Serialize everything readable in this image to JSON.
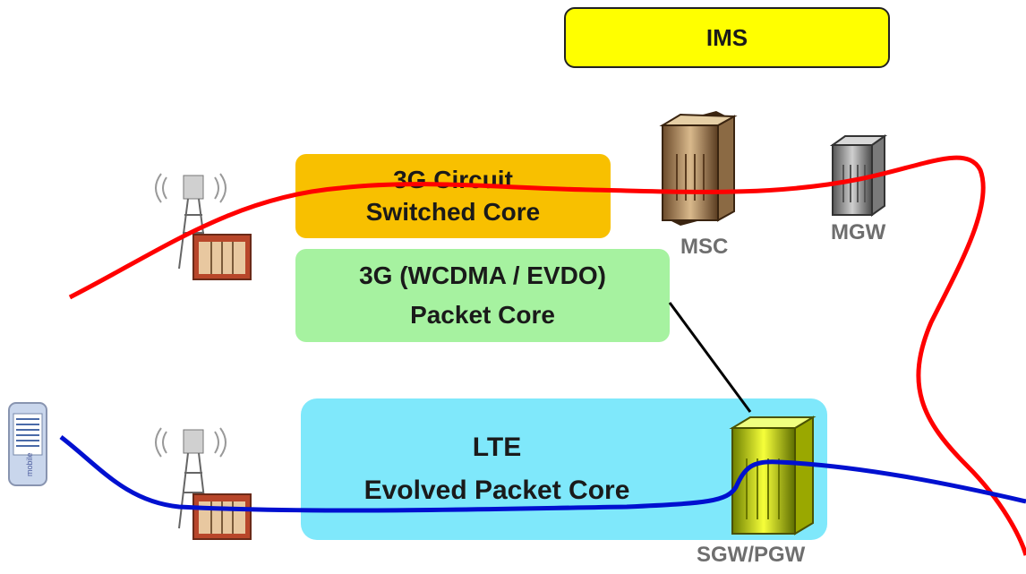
{
  "ims": {
    "label": "IMS"
  },
  "circuit_core": {
    "line1": "3G Circuit",
    "line2": "Switched Core"
  },
  "packet_core": {
    "line1": "3G (WCDMA / EVDO)",
    "line2": "Packet Core"
  },
  "lte_core": {
    "line1": "LTE",
    "line2": "Evolved Packet Core"
  },
  "nodes": {
    "msc": "MSC",
    "mgw": "MGW",
    "sgw_pgw": "SGW/PGW"
  },
  "phone": {
    "brand": "mobile"
  },
  "colors": {
    "ims": "#ffff00",
    "circuit_core": "#f8c000",
    "packet_core": "#a6f2a0",
    "lte_core": "#7fe8fb",
    "circuit_path": "#ff0000",
    "lte_path": "#0010d0"
  }
}
